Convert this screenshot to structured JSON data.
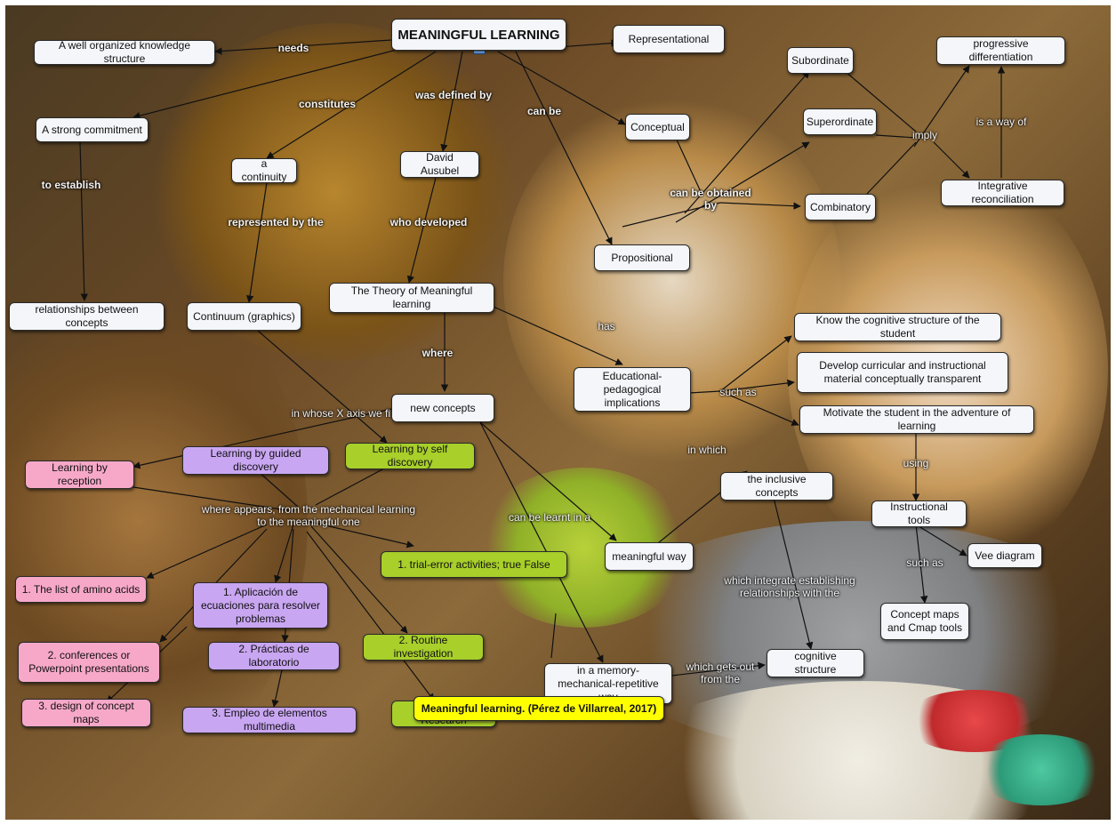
{
  "nodes": {
    "meaningful_learning": "MEANINGFUL LEARNING",
    "well_organized": "A well organized knowledge structure",
    "strong_commitment": "A strong commitment",
    "relationships": "relationships between concepts",
    "continuity": "a continuity",
    "continuum": "Continuum (graphics)",
    "david": "David Ausubel",
    "theory": "The Theory of Meaningful learning",
    "representational": "Representational",
    "conceptual": "Conceptual",
    "propositional": "Propositional",
    "subordinate": "Subordinate",
    "superordinate": "Superordinate",
    "combinatory": "Combinatory",
    "prog_diff": "progressive differentiation",
    "integrative": "Integrative reconciliation",
    "know_cognitive": "Know the cognitive structure of the student",
    "develop_curricular": "Develop curricular and instructional material conceptually transparent",
    "motivate": "Motivate the student in the adventure of learning",
    "educational": "Educational-pedagogical implications",
    "new_concepts": "new concepts",
    "learning_reception": "Learning by reception",
    "guided_discovery": "Learning by guided discovery",
    "self_discovery": "Learning by self discovery",
    "inclusive": "the inclusive concepts",
    "instructional_tools": "Instructional tools",
    "vee": "Vee diagram",
    "concept_maps_cmap": "Concept maps and Cmap tools",
    "meaningful_way": "meaningful way",
    "memory_way": "in a memory-mechanical-repetitive way",
    "cognitive_structure": "cognitive structure",
    "trial_error": "1. trial-error activities; true False",
    "amino": "1. The list of amino acids",
    "aplicacion": "1. Aplicación de ecuaciones para resolver problemas",
    "conferences": "2. conferences or Powerpoint presentations",
    "practicas": "2. Prácticas de laboratorio",
    "routine": "2. Routine investigation",
    "design_maps": "3. design of concept maps",
    "empleo": "3. Empleo de elementos multimedia",
    "scientific": "3. Scientific Research"
  },
  "links": {
    "needs": "needs",
    "constitutes": "constitutes",
    "was_defined_by": "was defined by",
    "can_be": "can be",
    "to_establish": "to establish",
    "represented_by": "represented by the",
    "who_developed": "who developed",
    "can_be_obtained_by": "can be obtained by",
    "imply": "imply",
    "is_a_way_of": "is a way of",
    "has": "has",
    "where": "where",
    "in_whose_x": "in whose X axis we find",
    "such_as_1": "such as",
    "where_appears": "where appears, from the mechanical learning to the meaningful one",
    "can_be_learnt": "can be learnt in a",
    "in_which": "in which",
    "using": "using",
    "such_as_2": "such as",
    "which_integrate": "which integrate establishing relationships with the",
    "which_gets_out": "which gets out from the"
  },
  "caption": "Meaningful learning. (Pérez de Villarreal, 2017)",
  "colors": {
    "white_node": "#f4f6fa",
    "pink_node": "#f7a8c8",
    "purple_node": "#c9a6f2",
    "green_node": "#a8cf2a",
    "caption_bg": "#ffff00"
  }
}
